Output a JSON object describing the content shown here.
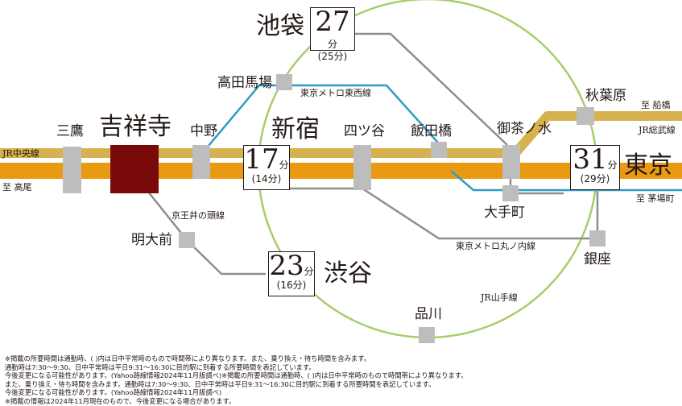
{
  "stations": {
    "kichijoji": "吉祥寺",
    "mitaka": "三鷹",
    "nakano": "中野",
    "takadanobaba": "高田馬場",
    "shinjuku": "新宿",
    "yotsuya": "四ツ谷",
    "iidabashi": "飯田橋",
    "ochanomizu": "御茶ノ水",
    "akihabara": "秋葉原",
    "tokyo": "東京",
    "otemachi": "大手町",
    "ginza": "銀座",
    "ikebukuro": "池袋",
    "shibuya": "渋谷",
    "meidaimae": "明大前",
    "shinagawa": "品川"
  },
  "lines": {
    "jr_chuo": "JR中央線",
    "to_takao": "至 高尾",
    "to_funabashi": "至 船橋",
    "jr_sobu": "JR総武線",
    "to_kayabacho": "至 茅場町",
    "tozai": "東京メトロ東西線",
    "marunouchi": "東京メトロ丸ノ内線",
    "keio_inokashira": "京王井の頭線",
    "yamanote": "JR山手線"
  },
  "times": {
    "ikebukuro": {
      "min": "27",
      "unit": "分",
      "off": "(25分)"
    },
    "shinjuku": {
      "min": "17",
      "unit": "分",
      "off": "(14分)"
    },
    "shibuya": {
      "min": "23",
      "unit": "分",
      "off": "(16分)"
    },
    "tokyo": {
      "min": "31",
      "unit": "分",
      "off": "(29分)"
    }
  },
  "notes": [
    "※掲載の所要時間は通勤時、( )内は日中平常時のもので時間帯により異なります。また、乗り換え・待ち時間を含みます。",
    "通勤時は7:30～9:30、日中平常時は平日9:31～16:30に目的駅に到着する所要時間を表記しています。",
    "今後変更になる可能性があります。(Yahoo路線情報2024年11月版調べ)※掲載の所要時間は通勤時、( )内は日中平常時のもので時間帯により異なります。",
    "また、乗り換え・待ち時間を含みます。通勤時は7:30～9:30、日中平常時は平日9:31～16:30に目的駅に到着する所要時間を表記しています。",
    "今後変更になる可能性があります。(Yahoo路線情報2024年11月版調べ)",
    "※掲載の情報は2024年11月現在のもので、今後変更になる場合があります。"
  ],
  "colors": {
    "chuo": "#EA9A10",
    "sobu": "#D5B24E",
    "tozai": "#2D9DC3",
    "marunouchi": "#8D8E90",
    "yamanote": "#A6CD6A",
    "station_box": "#BDBDBD",
    "kichijoji_box": "#7A0A0A"
  }
}
